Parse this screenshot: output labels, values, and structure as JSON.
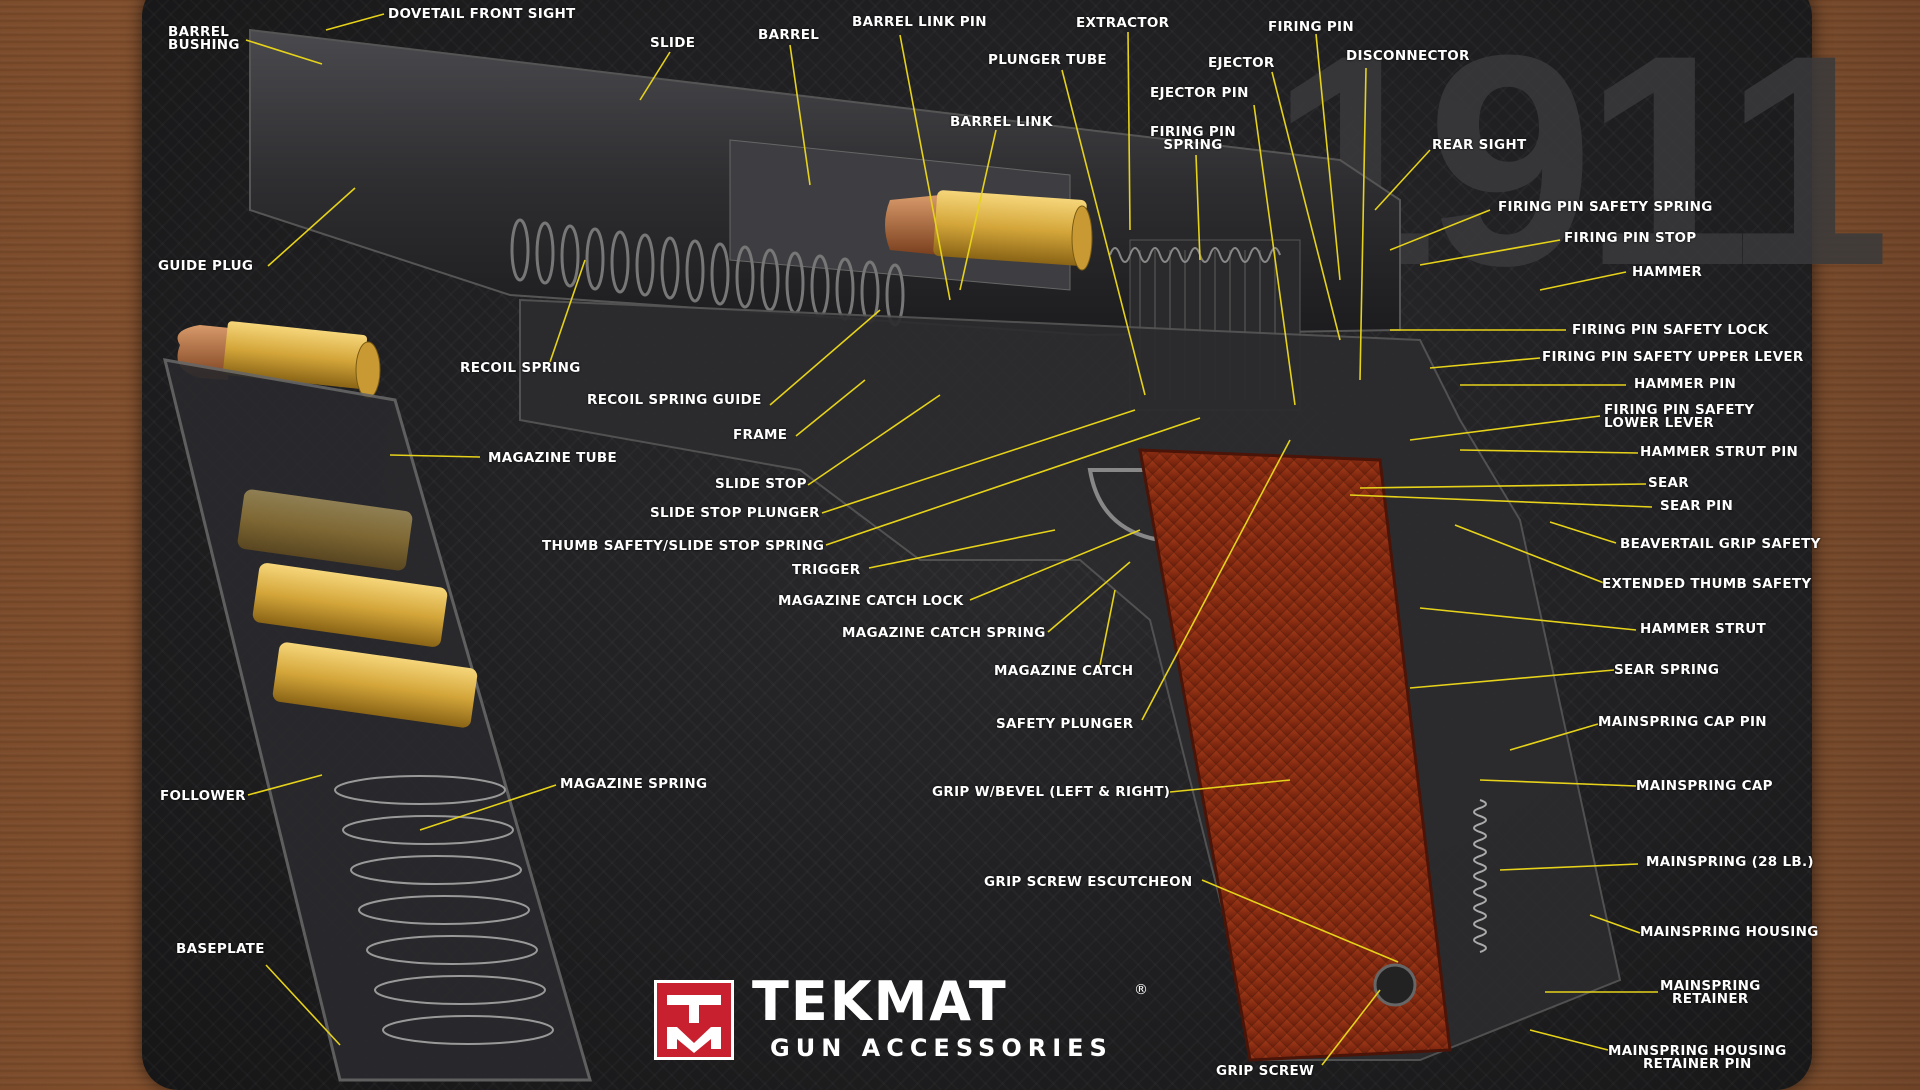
{
  "model_number": "1911",
  "brand": {
    "name": "TEKMAT",
    "registered": "®",
    "tagline": "GUN ACCESSORIES",
    "logo_color": "#c8202f"
  },
  "colors": {
    "label_text": "#ffffff",
    "leader_line": "#e6d21a",
    "mat": "#1f1f21",
    "brass": "#d4a63a",
    "grip": "#8b2a12"
  },
  "labels": {
    "barrel_bushing": "BARREL\nBUSHING",
    "dovetail_front_sight": "DOVETAIL FRONT SIGHT",
    "slide": "SLIDE",
    "barrel": "BARREL",
    "barrel_link_pin": "BARREL LINK PIN",
    "extractor": "EXTRACTOR",
    "firing_pin": "FIRING PIN",
    "ejector": "EJECTOR",
    "disconnector": "DISCONNECTOR",
    "plunger_tube": "PLUNGER TUBE",
    "ejector_pin": "EJECTOR PIN",
    "barrel_link": "BARREL LINK",
    "firing_pin_spring": "FIRING PIN\nSPRING",
    "rear_sight": "REAR SIGHT",
    "firing_pin_safety_spring": "FIRING PIN SAFETY SPRING",
    "firing_pin_stop": "FIRING PIN STOP",
    "hammer": "HAMMER",
    "guide_plug": "GUIDE PLUG",
    "recoil_spring": "RECOIL SPRING",
    "recoil_spring_guide": "RECOIL SPRING GUIDE",
    "frame": "FRAME",
    "magazine_tube": "MAGAZINE TUBE",
    "slide_stop": "SLIDE STOP",
    "slide_stop_plunger": "SLIDE STOP PLUNGER",
    "thumb_safety_slide_stop_spring": "THUMB SAFETY/SLIDE STOP SPRING",
    "trigger": "TRIGGER",
    "magazine_catch_lock": "MAGAZINE CATCH LOCK",
    "magazine_catch_spring": "MAGAZINE CATCH SPRING",
    "magazine_catch": "MAGAZINE CATCH",
    "safety_plunger": "SAFETY PLUNGER",
    "grip_w_bevel": "GRIP W/BEVEL (LEFT & RIGHT)",
    "grip_screw_escutcheon": "GRIP SCREW ESCUTCHEON",
    "grip_screw": "GRIP SCREW",
    "follower": "FOLLOWER",
    "magazine_spring": "MAGAZINE SPRING",
    "baseplate": "BASEPLATE",
    "firing_pin_safety_lock": "FIRING PIN SAFETY LOCK",
    "firing_pin_safety_upper_lever": "FIRING PIN SAFETY UPPER LEVER",
    "hammer_pin": "HAMMER PIN",
    "firing_pin_safety_lower_lever": "FIRING PIN SAFETY\nLOWER LEVER",
    "hammer_strut_pin": "HAMMER STRUT PIN",
    "sear": "SEAR",
    "sear_pin": "SEAR PIN",
    "beavertail_grip_safety": "BEAVERTAIL GRIP SAFETY",
    "extended_thumb_safety": "EXTENDED THUMB SAFETY",
    "hammer_strut": "HAMMER STRUT",
    "sear_spring": "SEAR SPRING",
    "mainspring_cap_pin": "MAINSPRING CAP PIN",
    "mainspring_cap": "MAINSPRING CAP",
    "mainspring_28lb": "MAINSPRING (28 LB.)",
    "mainspring_housing": "MAINSPRING HOUSING",
    "mainspring_retainer": "MAINSPRING\nRETAINER",
    "mainspring_housing_retainer_pin": "MAINSPRING HOUSING\nRETAINER PIN"
  }
}
